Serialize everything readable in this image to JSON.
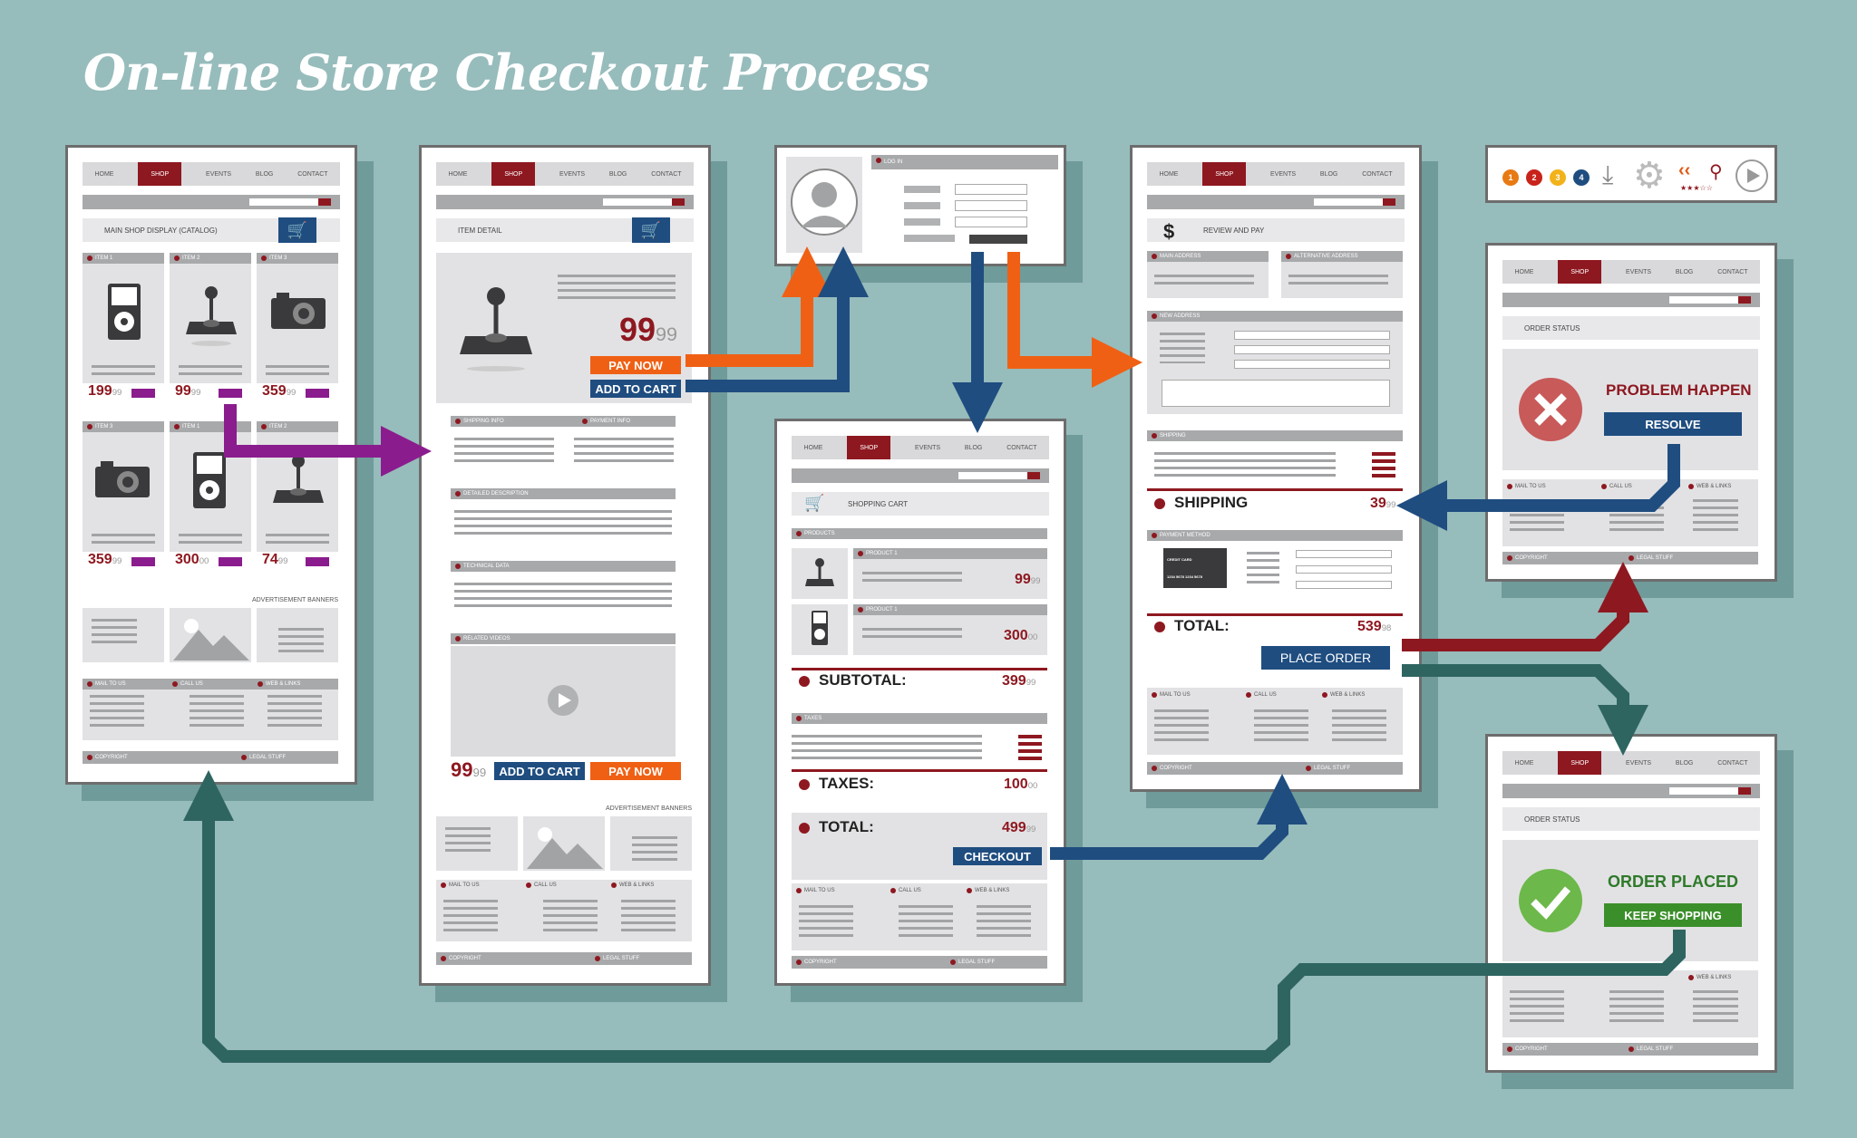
{
  "title": "On-line Store Checkout Process",
  "nav": {
    "home": "HOME",
    "shop": "SHOP",
    "events": "EVENTS",
    "blog": "BLOG",
    "contact": "CONTACT"
  },
  "catalog": {
    "ribbon": "MAIN SHOP DISPLAY (CATALOG)",
    "items": [
      "ITEM 1",
      "ITEM 2",
      "ITEM 3",
      "ITEM 3",
      "ITEM 1",
      "ITEM 2"
    ],
    "prices": [
      {
        "main": "199",
        "dec": "99"
      },
      {
        "main": "99",
        "dec": "99"
      },
      {
        "main": "359",
        "dec": "99"
      },
      {
        "main": "359",
        "dec": "99"
      },
      {
        "main": "300",
        "dec": "00"
      },
      {
        "main": "74",
        "dec": "99"
      }
    ],
    "ads": "ADVERTISEMENT BANNERS",
    "mail": "MAIL TO US",
    "call": "CALL US",
    "web": "WEB & LINKS",
    "copyright": "COPYRIGHT",
    "legal": "LEGAL STUFF"
  },
  "detail": {
    "ribbon": "ITEM DETAIL",
    "price": {
      "main": "99",
      "dec": "99"
    },
    "pay_now": "PAY NOW",
    "add_to_cart": "ADD TO CART",
    "shipping_info": "SHIPPING INFO",
    "payment_info": "PAYMENT INFO",
    "description": "DETAILED DESCRIPTION",
    "technical": "TECHNICAL DATA",
    "videos": "RELATED VIDEOS",
    "bottom_price": {
      "main": "99",
      "dec": "99"
    },
    "ads": "ADVERTISEMENT BANNERS"
  },
  "login": {
    "label": "LOG IN"
  },
  "cart": {
    "ribbon": "SHOPPING CART",
    "products": "PRODUCTS",
    "product1": "PRODUCT 1",
    "price1": {
      "main": "99",
      "dec": "99"
    },
    "price2": {
      "main": "300",
      "dec": "00"
    },
    "subtotal": "SUBTOTAL:",
    "subtotal_val": {
      "main": "399",
      "dec": "99"
    },
    "taxes_hdr": "TAXES",
    "taxes": "TAXES:",
    "taxes_val": {
      "main": "100",
      "dec": "00"
    },
    "total": "TOTAL:",
    "total_val": {
      "main": "499",
      "dec": "99"
    },
    "checkout": "CHECKOUT"
  },
  "review": {
    "ribbon": "REVIEW AND PAY",
    "main_address": "MAIN ADDRESS",
    "alt_address": "ALTERNATIVE ADDRESS",
    "new_address": "NEW ADDRESS",
    "shipping_hdr": "SHIPPING",
    "shipping": "SHIPPING",
    "shipping_val": {
      "main": "39",
      "dec": "99"
    },
    "payment_method": "PAYMENT METHOD",
    "credit_card": "CREDIT CARD",
    "card_number": "1234 5678 1234 5678",
    "total": "TOTAL:",
    "total_val": {
      "main": "539",
      "dec": "98"
    },
    "place_order": "PLACE ORDER"
  },
  "status_problem": {
    "ribbon": "ORDER STATUS",
    "message": "PROBLEM HAPPEN",
    "button": "RESOLVE"
  },
  "status_ok": {
    "ribbon": "ORDER STATUS",
    "message": "ORDER PLACED",
    "button": "KEEP SHOPPING"
  },
  "badges": [
    "1",
    "2",
    "3",
    "4"
  ],
  "colors": {
    "background": "#97bcbc",
    "accent": "#8e1820",
    "orange": "#f06014",
    "blue": "#1f4d80",
    "purple": "#8b1c8e",
    "teal": "#2f6561",
    "green": "#3b8f2a"
  }
}
